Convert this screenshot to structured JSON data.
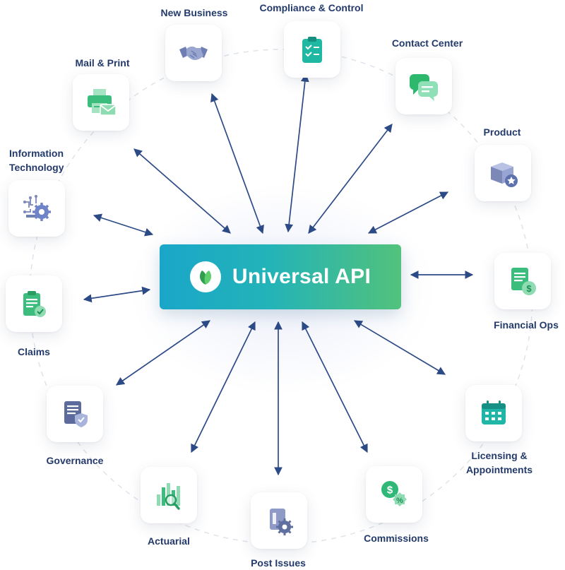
{
  "hub": {
    "title": "Universal API",
    "logo_icon": "leaf-icon"
  },
  "nodes": {
    "new_business": {
      "label": "New Business",
      "icon": "handshake-icon"
    },
    "compliance": {
      "label": "Compliance & Control",
      "icon": "clipboard-check-icon"
    },
    "contact_center": {
      "label": "Contact Center",
      "icon": "chat-bubbles-icon"
    },
    "product": {
      "label": "Product",
      "icon": "box-star-icon"
    },
    "financial_ops": {
      "label": "Financial Ops",
      "icon": "document-dollar-icon"
    },
    "licensing": {
      "label_line1": "Licensing &",
      "label_line2": "Appointments",
      "icon": "calendar-icon"
    },
    "commissions": {
      "label": "Commissions",
      "icon": "dollar-percent-icon"
    },
    "post_issues": {
      "label": "Post Issues",
      "icon": "document-gear-icon"
    },
    "actuarial": {
      "label": "Actuarial",
      "icon": "bar-chart-magnifier-icon"
    },
    "governance": {
      "label": "Governance",
      "icon": "document-shield-icon"
    },
    "claims": {
      "label": "Claims",
      "icon": "clipboard-check-circle-icon"
    },
    "info_tech": {
      "label_line1": "Information",
      "label_line2": "Technology",
      "icon": "circuit-gear-icon"
    },
    "mail_print": {
      "label": "Mail & Print",
      "icon": "printer-mail-icon"
    }
  },
  "colors": {
    "hub_gradient_start": "#1aa6c9",
    "hub_gradient_end": "#52c27c",
    "arrow": "#2c4a86",
    "label": "#233a6b",
    "icon_green": "#3dbd7d",
    "icon_slate": "#7b88b8"
  }
}
